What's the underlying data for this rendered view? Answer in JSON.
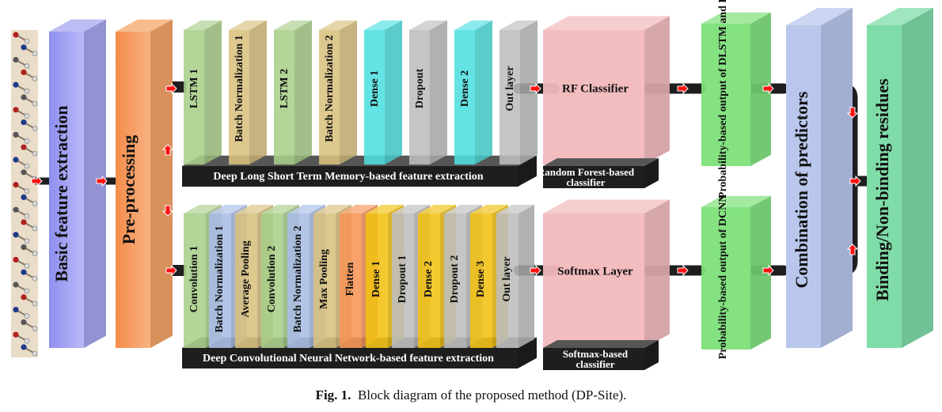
{
  "blocks": {
    "basic_feature": "Basic feature extraction",
    "preprocessing": "Pre-processing",
    "combination": "Combination of predictors",
    "output": "Binding/Non-binding residues"
  },
  "lstm_branch": {
    "layers": [
      "LSTM 1",
      "Batch Normalization 1",
      "LSTM 2",
      "Batch Normalization 2",
      "Dense 1",
      "Dropout",
      "Dense 2",
      "Out layer"
    ],
    "base_label": "Deep Long Short Term Memory-based feature extraction",
    "classifier": "RF Classifier",
    "classifier_base": "Random Forest-based classifier",
    "probability": "Probability-based output of DLSTM and RF"
  },
  "cnn_branch": {
    "layers": [
      "Convolution 1",
      "Batch Normalization 1",
      "Average Pooling",
      "Convolution 2",
      "Batch Normalization 2",
      "Max Pooling",
      "Flatten",
      "Dense 1",
      "Dropout 1",
      "Dense 2",
      "Dropout 2",
      "Dense 3",
      "Out layer"
    ],
    "base_label": "Deep Convolutional Neural Network-based feature extraction",
    "classifier": "Softmax Layer",
    "classifier_base": "Softmax-based classifier",
    "probability": "Probability-based output of DCNN"
  },
  "caption": {
    "label": "Fig. 1.",
    "text": "Block diagram of the proposed method (DP-Site)."
  },
  "colors": {
    "basic": "#a7a7f0",
    "preproc": "#f6a56a",
    "green": "#a9cf8a",
    "tan": "#d8c07e",
    "blue": "#a9bde6",
    "cyan": "#4fdfe0",
    "gray": "#bdbdbd",
    "orange": "#f79457",
    "yellow": "#f2c012",
    "pink": "#f2b9bd",
    "prob": "#7de07a",
    "combo": "#b9c7ec",
    "outgreen": "#7fdca8",
    "black": "#1e1e1e",
    "arrow": "#ff1010"
  }
}
